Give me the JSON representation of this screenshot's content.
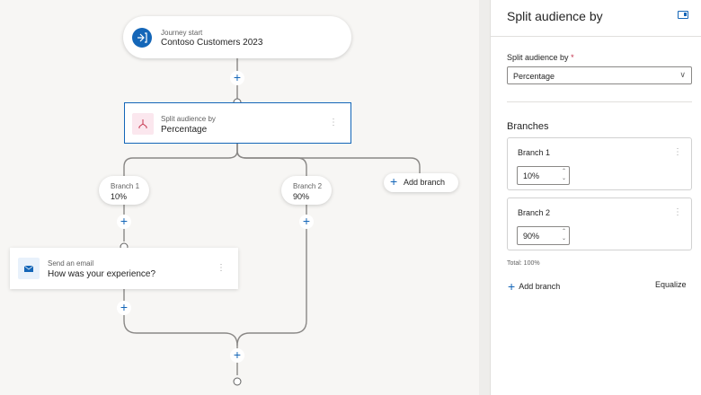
{
  "journey": {
    "start": {
      "small_label": "Journey start",
      "name": "Contoso Customers 2023"
    },
    "split_node": {
      "small_label": "Split audience by",
      "value": "Percentage"
    },
    "branches": [
      {
        "label": "Branch 1",
        "value": "10%"
      },
      {
        "label": "Branch 2",
        "value": "90%"
      }
    ],
    "add_branch_label": "Add branch",
    "email_node": {
      "small_label": "Send an email",
      "subject": "How was your experience?"
    }
  },
  "panel": {
    "title": "Split audience by",
    "field_label": "Split audience by",
    "required_mark": "*",
    "dropdown_value": "Percentage",
    "section_title": "Branches",
    "branches": [
      {
        "name": "Branch 1",
        "value": "10%"
      },
      {
        "name": "Branch 2",
        "value": "90%"
      }
    ],
    "total": "Total: 100%",
    "add_branch": "Add branch",
    "equalize": "Equalize"
  },
  "colors": {
    "accent": "#1466b8",
    "canvas": "#f7f6f4",
    "connector": "#8a8886"
  },
  "icons": [
    "journey-start-icon",
    "split-icon",
    "email-icon",
    "plus-icon",
    "more-icon",
    "dock-panel-icon",
    "chevron-down-icon"
  ]
}
